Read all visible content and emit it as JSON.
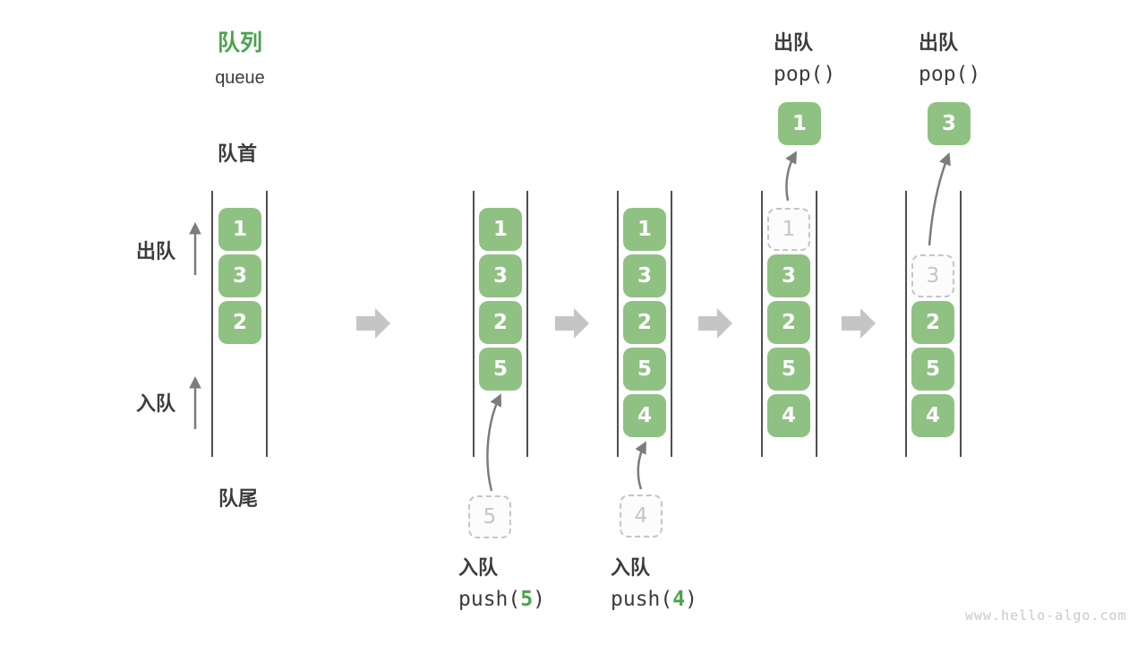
{
  "title": {
    "zh": "队列",
    "en": "queue"
  },
  "side_labels": {
    "front": "队首",
    "rear": "队尾",
    "dequeue": "出队",
    "enqueue": "入队"
  },
  "states": [
    {
      "cells": [
        "1",
        "3",
        "2"
      ]
    },
    {
      "cells": [
        "1",
        "3",
        "2",
        "5"
      ],
      "incoming": "5"
    },
    {
      "cells": [
        "1",
        "3",
        "2",
        "5",
        "4"
      ],
      "incoming": "4"
    },
    {
      "cells": [
        "3",
        "2",
        "5",
        "4"
      ],
      "ghost": "1",
      "outgoing": "1"
    },
    {
      "cells": [
        "2",
        "5",
        "4"
      ],
      "ghost": "3",
      "outgoing": "3"
    }
  ],
  "ops": {
    "push5": {
      "label": "入队",
      "fn": "push(",
      "arg": "5",
      "close": ")"
    },
    "push4": {
      "label": "入队",
      "fn": "push(",
      "arg": "4",
      "close": ")"
    },
    "pop1": {
      "label": "出队",
      "fn": "pop()"
    },
    "pop2": {
      "label": "出队",
      "fn": "pop()"
    }
  },
  "watermark": "www.hello-algo.com",
  "colors": {
    "box_green": "#8FC183",
    "accent_green": "#4AA34D",
    "text_dark": "#3C3C3C",
    "ghost_gray": "#C5C5C5",
    "thin_arrow_gray": "#7C7C7C",
    "block_arrow_gray": "#C5C5C5",
    "container_line": "#4F4F4F",
    "watermark_gray": "#C9C9C9"
  }
}
